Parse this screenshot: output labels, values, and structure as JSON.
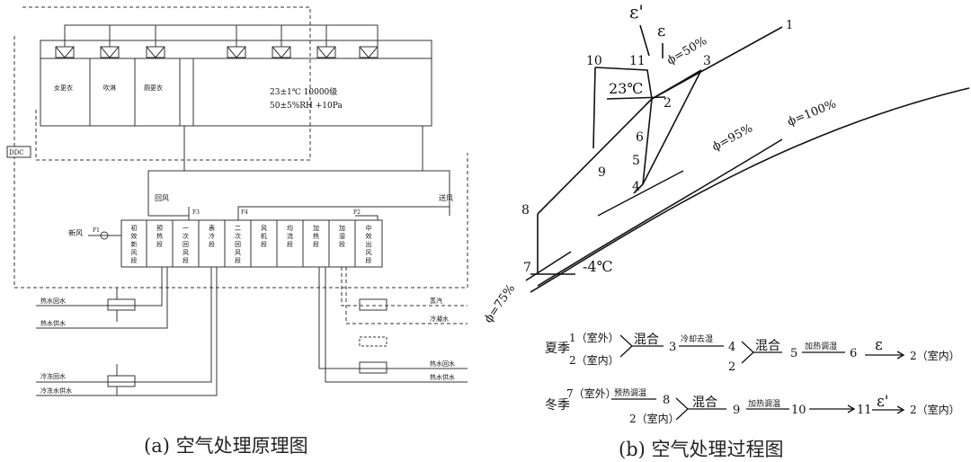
{
  "left": {
    "rooms": [
      "女更衣",
      "吹淋",
      "厕更衣"
    ],
    "clean_room_line1": "23±1℃ 10000级",
    "clean_room_line2": "50±5%RH +10Pa",
    "ddc": "DDC",
    "return_air": "回风",
    "exhaust_air": "送风",
    "fresh_air": "新风",
    "tags": {
      "f1": "F1",
      "f2": "F2",
      "f3": "F3",
      "f4": "F4"
    },
    "ahu_sections": [
      "初效新风段",
      "预热段",
      "一次回风段",
      "表冷段",
      "二次回风段",
      "风机段",
      "均流段",
      "加热段",
      "加湿段",
      "中效出风段"
    ],
    "pipes_left": [
      "热水回水",
      "热水供水",
      "冷冻回水",
      "冷冻水供水"
    ],
    "pipes_right": [
      "蒸汽",
      "冷凝水",
      "热水回水",
      "热水供水"
    ],
    "caption": "(a) 空气处理原理图"
  },
  "right": {
    "eps1": "ε'",
    "eps": "ε",
    "phi50": "ϕ=50%",
    "phi95": "ϕ=95%",
    "phi100": "ϕ=100%",
    "phi75": "ϕ=75%",
    "t23": "23℃",
    "tm4": "-4℃",
    "points": {
      "p1": "1",
      "p2": "2",
      "p3": "3",
      "p4": "4",
      "p5": "5",
      "p6": "6",
      "p7": "7",
      "p8": "8",
      "p9": "9",
      "p10": "10",
      "p11": "11"
    },
    "summer": {
      "season": "夏季",
      "a": "1（室外）",
      "b": "2（室内）",
      "mix": "混合",
      "s3": "3",
      "cool": "冷却去湿",
      "s4": "4",
      "s2": "2",
      "mix2": "混合",
      "s5": "5",
      "heat": "加热调湿",
      "s6": "6",
      "eps": "ε",
      "end": "2（室内）"
    },
    "winter": {
      "season": "冬季",
      "a": "7（室外）",
      "pre": "预热调温",
      "s8": "8",
      "b": "2（室内）",
      "mix": "混合",
      "s9": "9",
      "heat": "加热调温",
      "s10": "10",
      "s11": "11",
      "eps": "ε'",
      "end": "2（室内）"
    },
    "caption": "(b) 空气处理过程图"
  }
}
